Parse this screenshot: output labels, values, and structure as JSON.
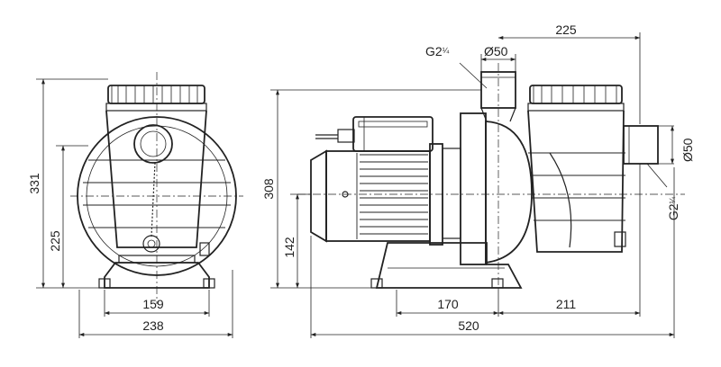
{
  "dimensions": {
    "height_total_front": "331",
    "height_axis_front": "225",
    "base_hole_spacing": "159",
    "base_width": "238",
    "height_total_side": "308",
    "height_axis_side": "142",
    "outlet_offset": "225",
    "outlet_thread": "G2",
    "outlet_thread_fraction": "¼",
    "outlet_diameter": "Ø50",
    "inlet_diameter": "Ø50",
    "inlet_thread": "G2",
    "inlet_thread_fraction": "¼",
    "base_offset_left": "170",
    "base_offset_right": "211",
    "total_length": "520"
  }
}
